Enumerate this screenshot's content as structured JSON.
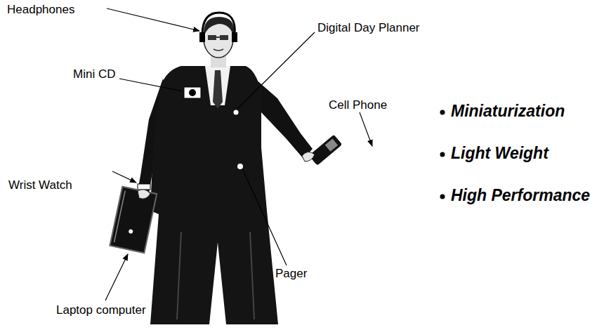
{
  "diagram": {
    "labels": [
      "Headphones",
      "Digital Day Planner",
      "Mini CD",
      "Cell Phone",
      "Wrist Watch",
      "Pager",
      "Laptop computer",
      "Miniaturization",
      "Light Weight",
      "High Performance"
    ]
  }
}
